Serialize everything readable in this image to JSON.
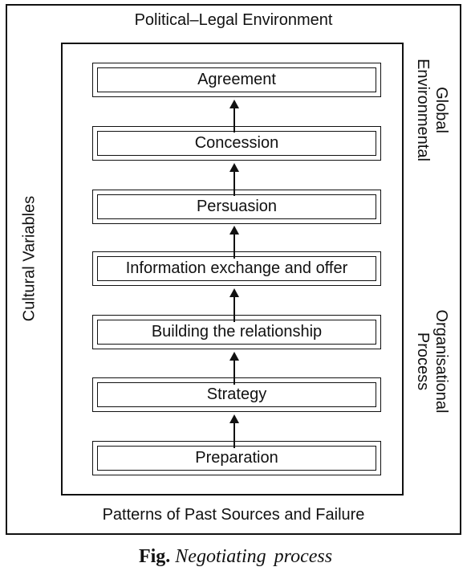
{
  "environment": {
    "top": "Political–Legal Environment",
    "bottom": "Patterns of Past Sources and Failure",
    "left": "Cultural Variables",
    "right_top_lines": [
      "Global",
      "Environmental"
    ],
    "right_bottom_lines": [
      "Organisational",
      "Process"
    ]
  },
  "steps": {
    "agreement": "Agreement",
    "concession": "Concession",
    "persuasion": "Persuasion",
    "information_exchange": "Information exchange and offer",
    "building_relationship": "Building the relationship",
    "strategy": "Strategy",
    "preparation": "Preparation"
  },
  "caption": {
    "prefix": "Fig.",
    "title": "Negotiating process"
  }
}
